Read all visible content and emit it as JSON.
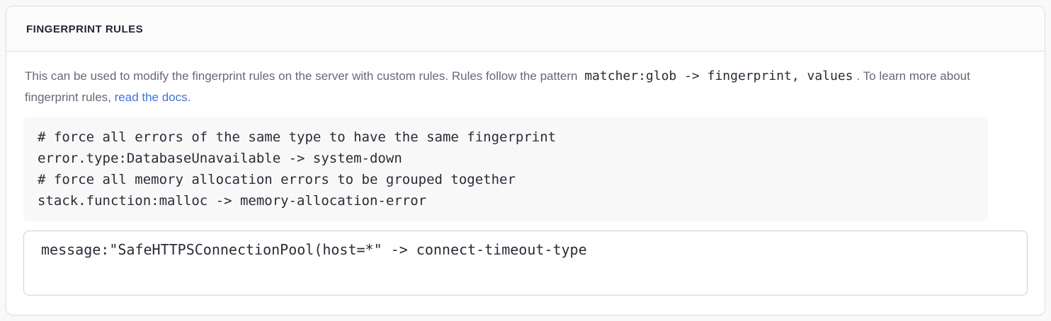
{
  "theme": {
    "page_bg": "#f9f9fa",
    "panel_bg": "#ffffff",
    "panel_border": "#e2dee7",
    "header_bg": "#fbfbfc",
    "title_color": "#2b2233",
    "text_color": "#6e6379",
    "link_color": "#3d74db",
    "code_color": "#2f2936",
    "pre_bg": "#f8f8f9",
    "input_border": "#d6d0dc"
  },
  "panel": {
    "title": "FINGERPRINT RULES",
    "description": {
      "text_before_code": "This can be used to modify the fingerprint rules on the server with custom rules. Rules follow the pattern ",
      "code": "matcher:glob -> fingerprint, values",
      "text_after_code": ". To learn more about fingerprint rules, ",
      "link_text": "read the docs."
    },
    "example_code": "# force all errors of the same type to have the same fingerprint\nerror.type:DatabaseUnavailable -> system-down\n# force all memory allocation errors to be grouped together\nstack.function:malloc -> memory-allocation-error",
    "rules_input": {
      "value": "message:\"SafeHTTPSConnectionPool(host=*\" -> connect-timeout-type"
    }
  }
}
